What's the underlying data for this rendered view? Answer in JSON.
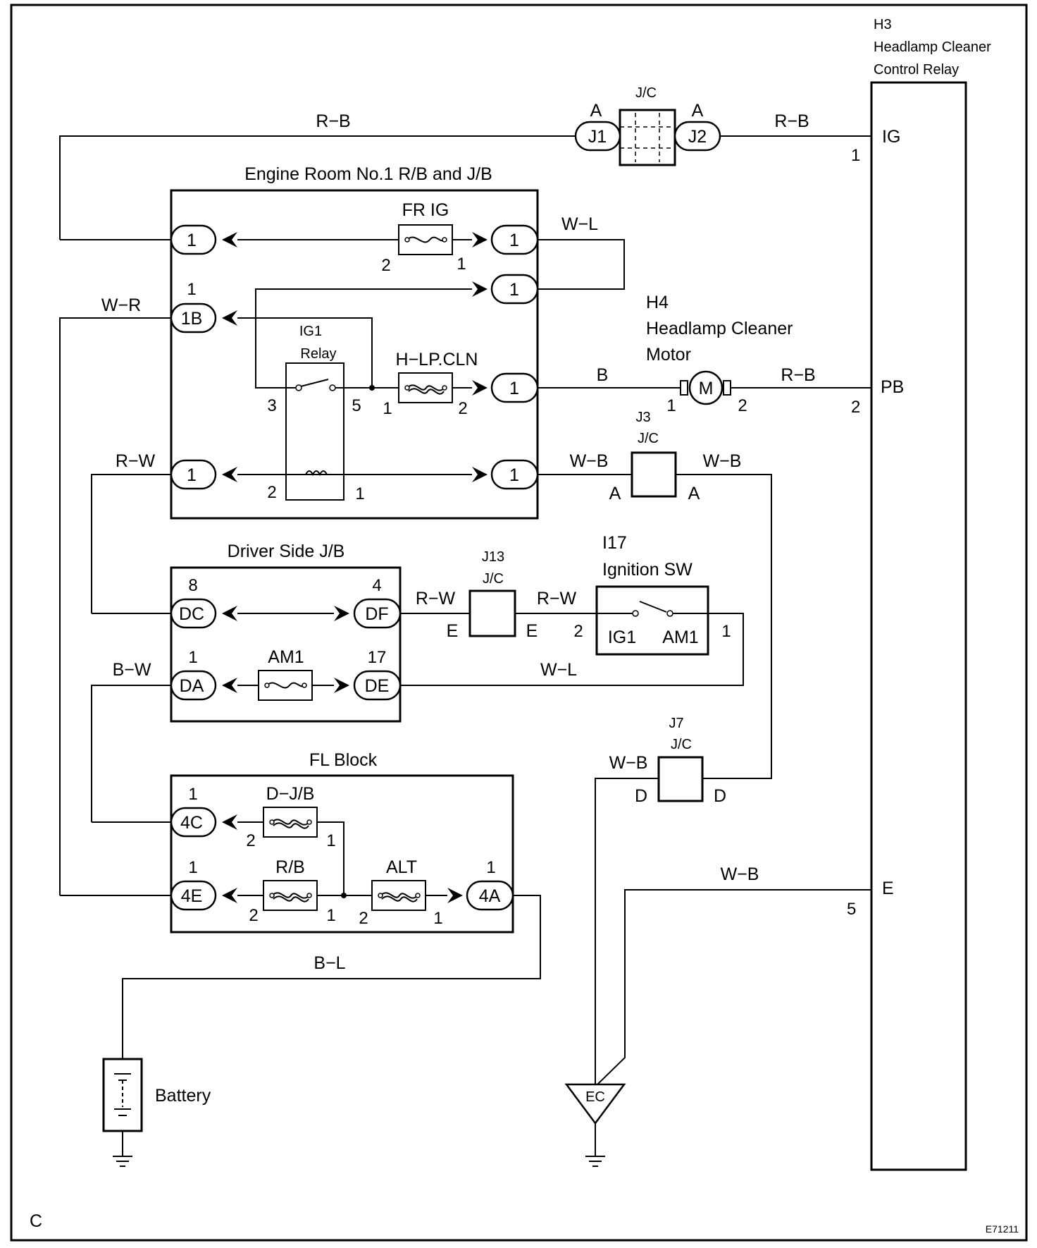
{
  "components": {
    "relay_h3": {
      "code": "H3",
      "name_line1": "Headlamp Cleaner",
      "name_line2": "Control Relay",
      "pins": {
        "ig": "IG",
        "ig_no": "1",
        "pb": "PB",
        "pb_no": "2",
        "e": "E",
        "e_no": "5"
      }
    },
    "motor_h4": {
      "code": "H4",
      "name_line1": "Headlamp Cleaner",
      "name_line2": "Motor",
      "symbol": "M",
      "pin_left": "1",
      "pin_right": "2"
    },
    "engine_rb": {
      "title": "Engine Room No.1 R/B and J/B",
      "fuse_fr_ig": "FR IG",
      "fuse_hlp": "H−LP.CLN",
      "relay_line1": "IG1",
      "relay_line2": "Relay",
      "conn_1": "1",
      "conn_1b": "1B",
      "pin_1b_top": "1",
      "pins": {
        "fr_left": "2",
        "fr_right": "1",
        "r3": "3",
        "r5": "5",
        "h_left": "1",
        "h_right": "2",
        "r2": "2",
        "r1": "1"
      }
    },
    "driver_jb": {
      "title": "Driver Side J/B",
      "fuse_am1": "AM1",
      "conn_dc": "DC",
      "conn_df": "DF",
      "conn_da": "DA",
      "conn_de": "DE",
      "pin_dc": "8",
      "pin_df": "4",
      "pin_da": "1",
      "pin_de": "17"
    },
    "fl_block": {
      "title": "FL Block",
      "fuse_djb": "D−J/B",
      "fuse_rb": "R/B",
      "fuse_alt": "ALT",
      "conn_4c": "4C",
      "conn_4e": "4E",
      "conn_4a": "4A",
      "pin_4c": "1",
      "pin_4e": "1",
      "pin_4a": "1",
      "pins": {
        "djb_left": "2",
        "djb_right": "1",
        "rb_left": "2",
        "rb_right": "1",
        "alt_left": "2",
        "alt_right": "1"
      }
    },
    "ignition": {
      "code": "I17",
      "name": "Ignition SW",
      "ig1": "IG1",
      "am1": "AM1",
      "pin_left": "2",
      "pin_right": "1"
    },
    "battery": {
      "name": "Battery"
    },
    "ground_ec": {
      "label": "EC"
    }
  },
  "junctions": {
    "jc_top": {
      "label": "J/C",
      "j1": "J1",
      "j2": "J2",
      "a_left": "A",
      "a_right": "A"
    },
    "j3": {
      "code": "J3",
      "label": "J/C",
      "left": "A",
      "right": "A"
    },
    "j13": {
      "code": "J13",
      "label": "J/C",
      "left": "E",
      "right": "E"
    },
    "j7": {
      "code": "J7",
      "label": "J/C",
      "left": "D",
      "right": "D"
    }
  },
  "wires": {
    "rb_top_left": "R−B",
    "rb_top_right": "R−B",
    "wl_top": "W−L",
    "wr": "W−R",
    "b_motor": "B",
    "rb_motor": "R−B",
    "rw_left": "R−W",
    "wb_j3_left": "W−B",
    "wb_j3_right": "W−B",
    "rw_j13_left": "R−W",
    "rw_j13_right": "R−W",
    "bw": "B−W",
    "wl_mid": "W−L",
    "wb_j7": "W−B",
    "wb_e": "W−B",
    "bl": "B−L"
  },
  "page": {
    "corner_left": "C",
    "corner_right": "E71211"
  }
}
